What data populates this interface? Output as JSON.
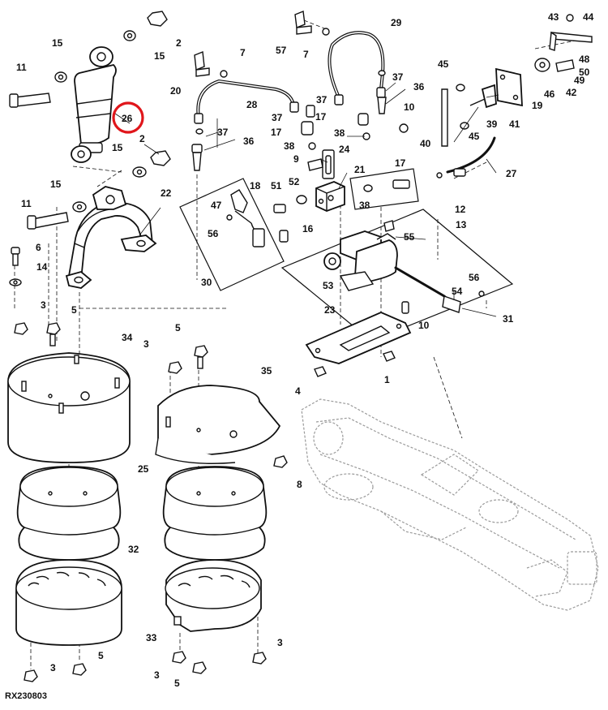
{
  "figure_id": "RX230803",
  "highlighted_callout": "26",
  "highlight_color": "#e0161b",
  "callouts": {
    "c1": "1",
    "c2a": "2",
    "c2b": "2",
    "c3a": "3",
    "c3b": "3",
    "c3c": "3",
    "c3d": "3",
    "c3e": "3",
    "c3f": "3",
    "c4": "4",
    "c5a": "5",
    "c5b": "5",
    "c5c": "5",
    "c5d": "5",
    "c6": "6",
    "c7a": "7",
    "c7b": "7",
    "c8": "8",
    "c9": "9",
    "c10a": "10",
    "c10b": "10",
    "c11a": "11",
    "c11b": "11",
    "c12": "12",
    "c13": "13",
    "c14": "14",
    "c15a": "15",
    "c15b": "15",
    "c15c": "15",
    "c15d": "15",
    "c16": "16",
    "c17a": "17",
    "c17b": "17",
    "c17c": "17",
    "c17d": "17",
    "c18": "18",
    "c19": "19",
    "c20": "20",
    "c21": "21",
    "c22": "22",
    "c23": "23",
    "c24": "24",
    "c25": "25",
    "c26": "26",
    "c27": "27",
    "c28": "28",
    "c29": "29",
    "c30": "30",
    "c31": "31",
    "c32": "32",
    "c33": "33",
    "c34": "34",
    "c35": "35",
    "c36a": "36",
    "c36b": "36",
    "c37a": "37",
    "c37b": "37",
    "c37c": "37",
    "c37d": "37",
    "c38a": "38",
    "c38b": "38",
    "c38c": "38",
    "c39": "39",
    "c40": "40",
    "c41": "41",
    "c42": "42",
    "c43": "43",
    "c44": "44",
    "c45a": "45",
    "c45b": "45",
    "c46": "46",
    "c47": "47",
    "c48": "48",
    "c49": "49",
    "c50": "50",
    "c51": "51",
    "c52": "52",
    "c53": "53",
    "c54": "54",
    "c55": "55",
    "c56a": "56",
    "c56b": "56",
    "c57": "57"
  }
}
